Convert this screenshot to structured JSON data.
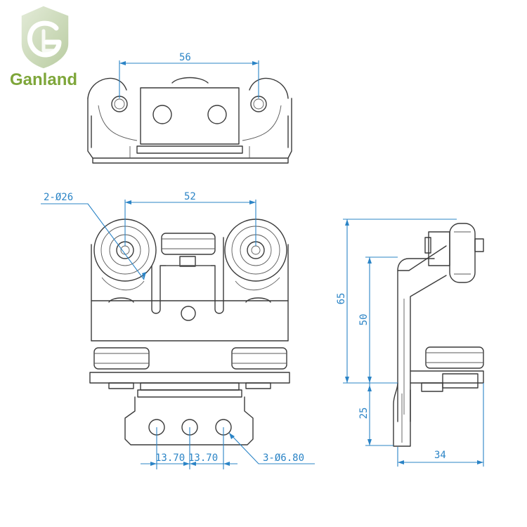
{
  "brand": {
    "name": "Ganland",
    "logo_letters": "GL",
    "color": "#7ea63a",
    "logo_shield_color": "#c9d8b4"
  },
  "colors": {
    "outline": "#3a3a3a",
    "dimension": "#2b84c6"
  },
  "dimensions": {
    "top_wheel_spacing": "56",
    "front_wheel_spacing": "52",
    "wheel_diameter": "2-Ø26",
    "overall_height": "65",
    "upper_height": "50",
    "lower_height": "25",
    "depth": "34",
    "hole_pitch_1": "13.70",
    "hole_pitch_2": "13.70",
    "hole_spec": "3-Ø6.80"
  }
}
